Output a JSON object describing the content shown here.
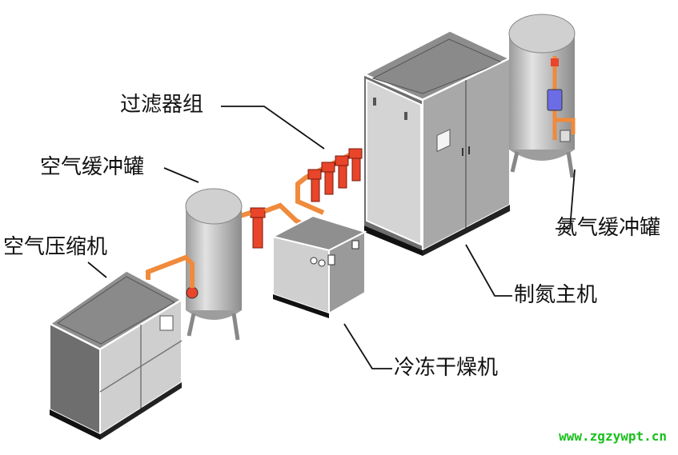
{
  "labels": {
    "filters": "过滤器组",
    "air_tank": "空气缓冲罐",
    "air_compressor": "空气压缩机",
    "nitrogen_tank": "氮气缓冲罐",
    "nitrogen_generator": "制氮主机",
    "dryer": "冷冻干燥机"
  },
  "watermark": "www.zgzywpt.cn",
  "colors": {
    "cabinet_front": "#cfcfcf",
    "cabinet_side": "#9a9a9a",
    "cabinet_top": "#8f8f8f",
    "pipe": "#f08a3c",
    "filter": "#e8452a",
    "tank": "#c6c6c6",
    "watermark": "#18c01c"
  }
}
